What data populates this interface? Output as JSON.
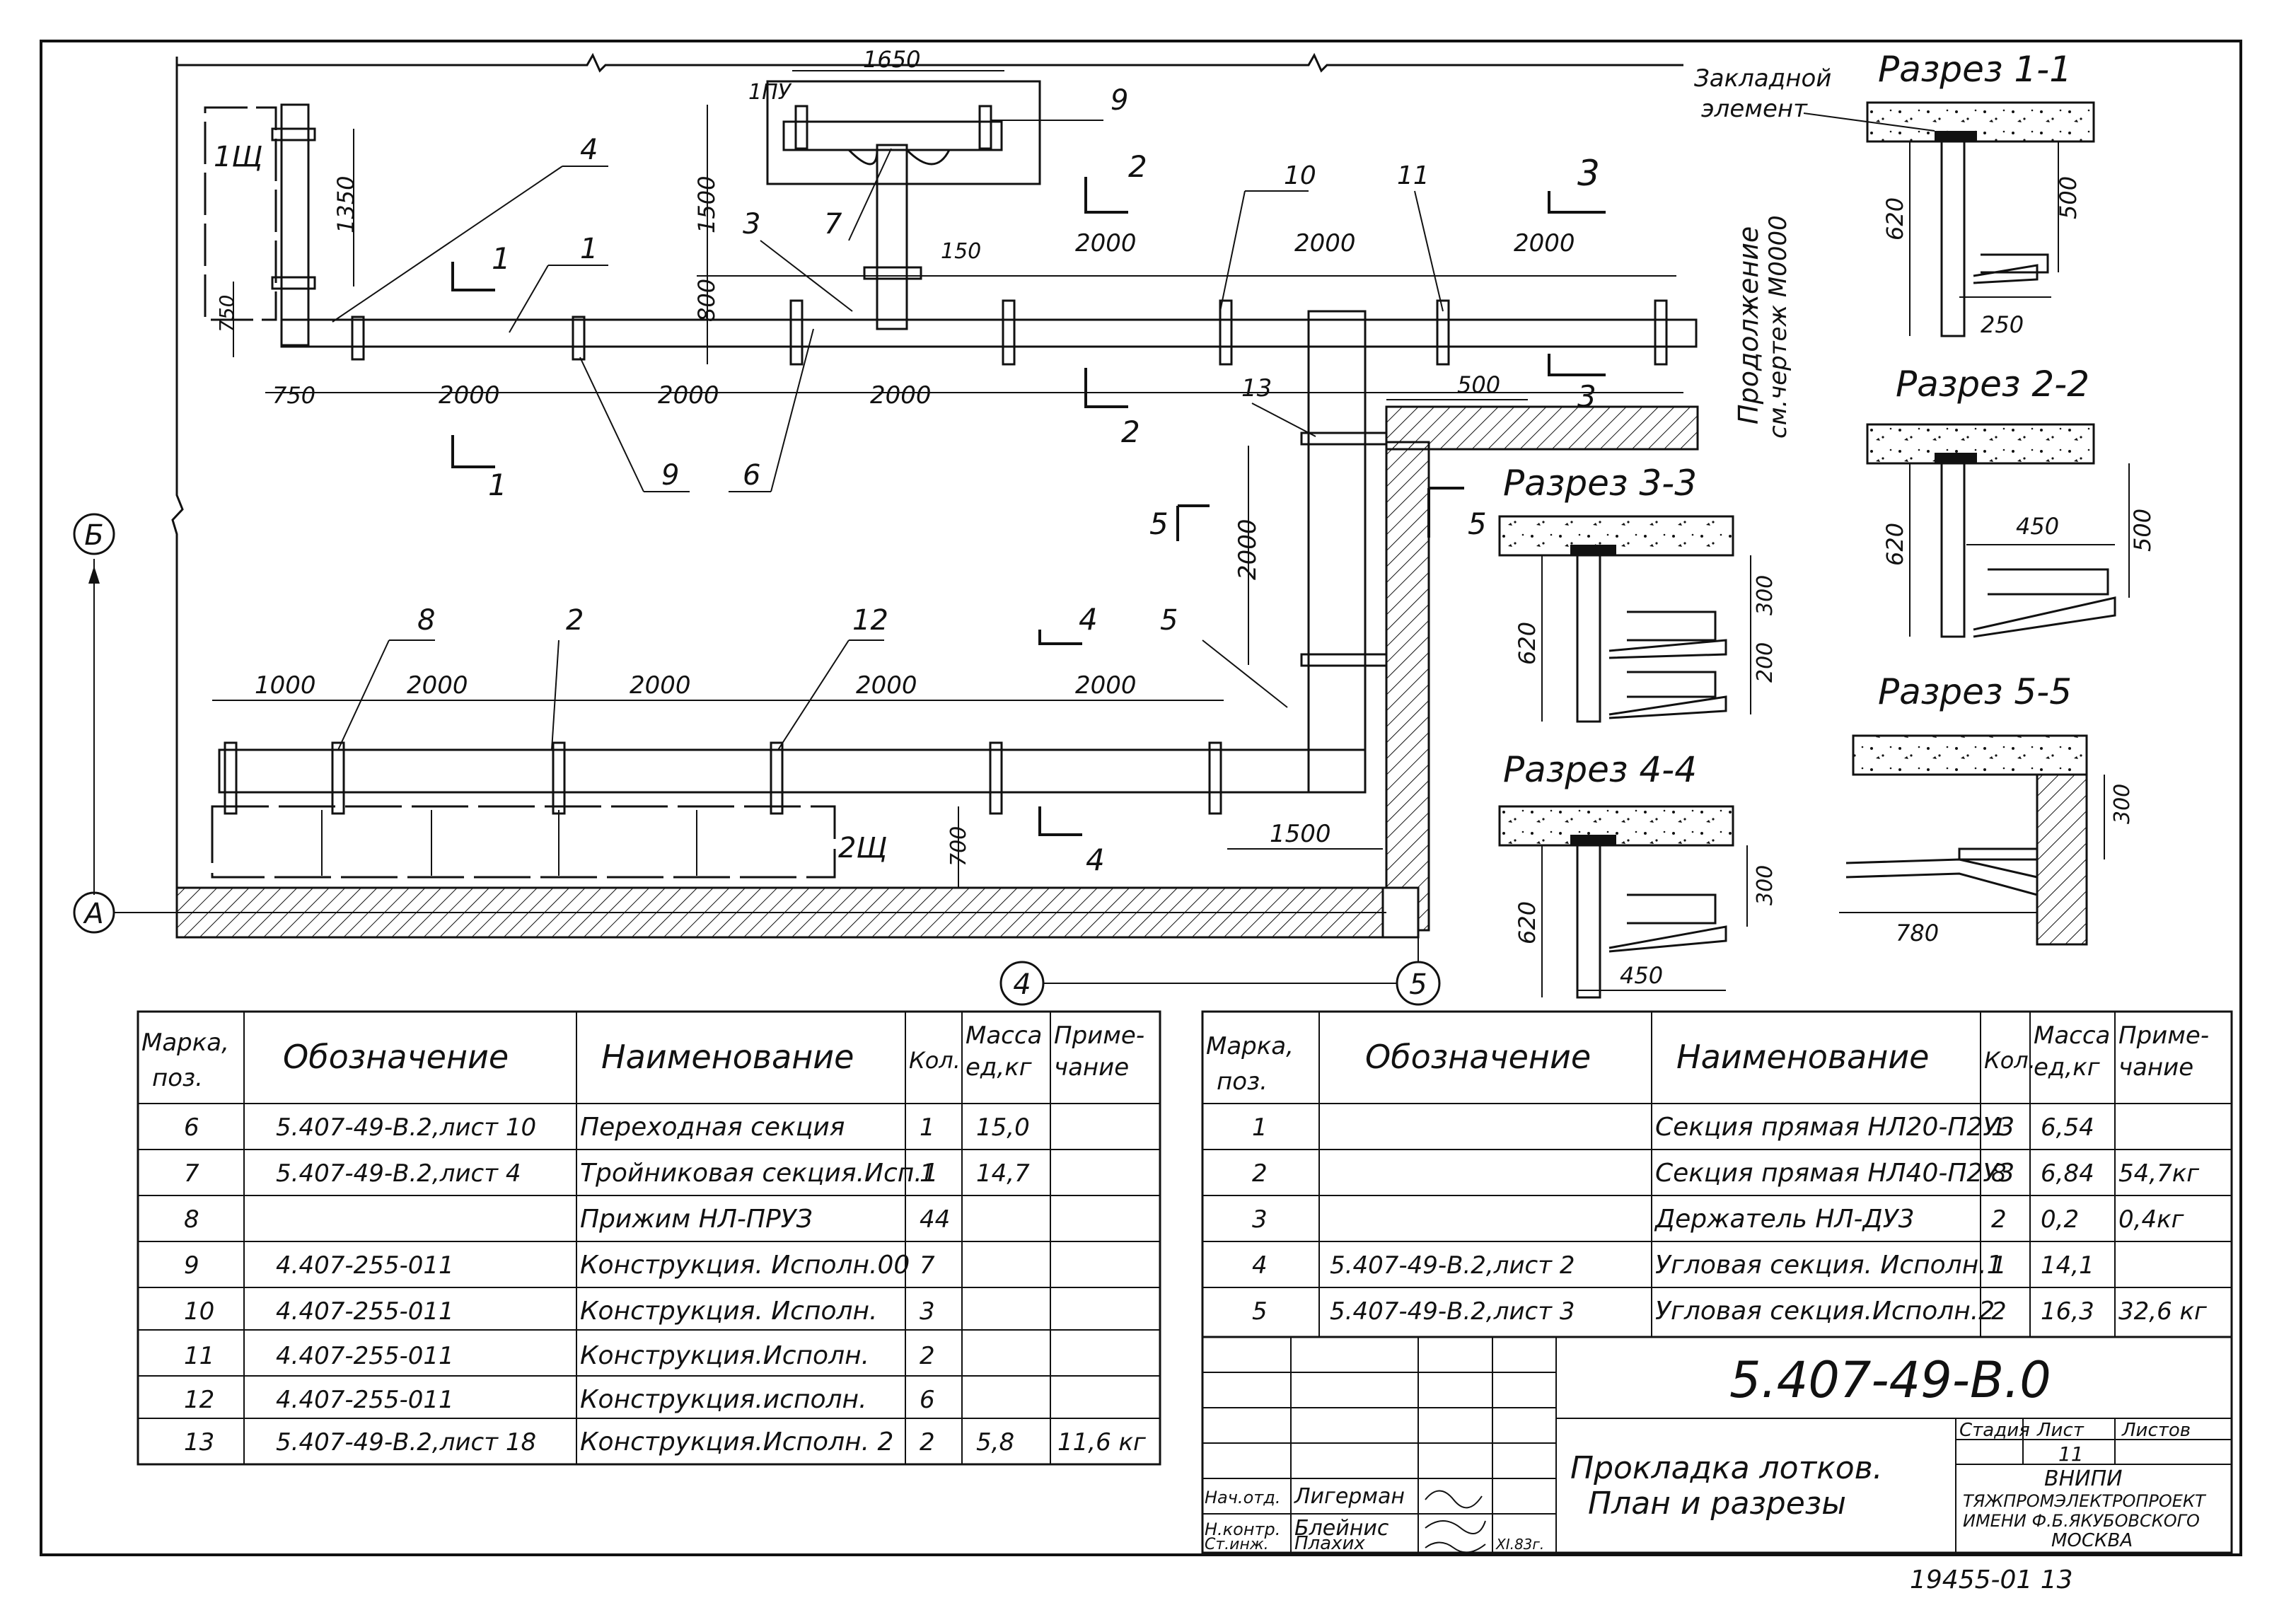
{
  "axes": {
    "b": "Б",
    "a": "А",
    "ax4": "4",
    "ax5": "5"
  },
  "panels": {
    "p1": "1Щ",
    "p2": "2Щ",
    "pu": "1ПУ"
  },
  "dims": {
    "d1650": "1650",
    "d1500": "1500",
    "d1350": "1350",
    "d800": "800",
    "d750a": "750",
    "d750b": "750",
    "d150": "150",
    "d2000_top1": "2000",
    "d2000_top2": "2000",
    "d2000_top3": "2000",
    "d2000_b1": "2000",
    "d2000_b2": "2000",
    "d2000_b3": "2000",
    "d500": "500",
    "d2000_v": "2000",
    "d1000": "1000",
    "d2000_l1": "2000",
    "d2000_l2": "2000",
    "d2000_l3": "2000",
    "d2000_l4": "2000",
    "d1500_h": "1500",
    "d700": "700"
  },
  "callouts": {
    "c1": "1",
    "c2": "2",
    "c3": "3",
    "c4": "4",
    "c5": "5",
    "c6": "6",
    "c7": "7",
    "c8": "8",
    "c9a": "9",
    "c9b": "9",
    "c10": "10",
    "c11": "11",
    "c12": "12",
    "c13": "13"
  },
  "cut_marks": {
    "s1a": "1",
    "s1b": "1",
    "s2a": "2",
    "s2b": "2",
    "s3a": "3",
    "s3b": "3",
    "s4a": "4",
    "s4b": "4",
    "s5a": "5",
    "s5b": "5"
  },
  "notes": {
    "embedded_1": "Закладной",
    "embedded_2": "элемент",
    "continuation_1": "Продолжение",
    "continuation_2": "см.чертеж М0000"
  },
  "sections": {
    "s11": {
      "title": "Разрез 1-1",
      "d620": "620",
      "d500": "500",
      "d250": "250"
    },
    "s22": {
      "title": "Разрез 2-2",
      "d620": "620",
      "d450": "450",
      "d500": "500"
    },
    "s33": {
      "title": "Разрез 3-3",
      "d620": "620",
      "d300": "300",
      "d200": "200"
    },
    "s44": {
      "title": "Разрез 4-4",
      "d620": "620",
      "d300": "300",
      "d450": "450"
    },
    "s55": {
      "title": "Разрез 5-5",
      "d300": "300",
      "d780": "780"
    }
  },
  "table_left": {
    "headers": [
      "Марка, поз.",
      "Обозначение",
      "Наименование",
      "Кол.",
      "Масса ед,кг",
      "Приме- чание"
    ],
    "rows": [
      [
        "6",
        "5.407-49-В.2,лист 10",
        "Переходная секция",
        "1",
        "15,0",
        ""
      ],
      [
        "7",
        "5.407-49-В.2,лист 4",
        "Тройниковая секция.Исп.1",
        "1",
        "14,7",
        ""
      ],
      [
        "8",
        "",
        "Прижим НЛ-ПРУЗ",
        "44",
        "",
        ""
      ],
      [
        "9",
        "4.407-255-011",
        "Конструкция. Исполн.00",
        "7",
        "",
        ""
      ],
      [
        "10",
        "4.407-255-011",
        "Конструкция. Исполн.",
        "3",
        "",
        ""
      ],
      [
        "11",
        "4.407-255-011",
        "Конструкция.Исполн.",
        "2",
        "",
        ""
      ],
      [
        "12",
        "4.407-255-011",
        "Конструкция.исполн.",
        "6",
        "",
        ""
      ],
      [
        "13",
        "5.407-49-В.2,лист 18",
        "Конструкция.Исполн. 2",
        "2",
        "5,8",
        "11,6 кг"
      ]
    ]
  },
  "table_right": {
    "headers": [
      "Марка, поз.",
      "Обозначение",
      "Наименование",
      "Кол.",
      "Масса ед,кг",
      "Приме- чание"
    ],
    "rows": [
      [
        "1",
        "",
        "Секция прямая НЛ20-П2У3",
        "1",
        "6,54",
        ""
      ],
      [
        "2",
        "",
        "Секция прямая НЛ40-П2У3",
        "8",
        "6,84",
        "54,7кг"
      ],
      [
        "3",
        "",
        "Держатель НЛ-ДУ3",
        "2",
        "0,2",
        "0,4кг"
      ],
      [
        "4",
        "5.407-49-В.2,лист 2",
        "Угловая секция. Исполн.1",
        "1",
        "14,1",
        ""
      ],
      [
        "5",
        "5.407-49-В.2,лист 3",
        "Угловая секция.Исполн.2",
        "2",
        "16,3",
        "32,6 кг"
      ]
    ]
  },
  "title_block": {
    "code": "5.407-49-В.0",
    "title_1": "Прокладка лотков.",
    "title_2": "План и разрезы",
    "stage_h": "Стадия",
    "sheet_h": "Лист",
    "sheets_h": "Листов",
    "sheet": "11",
    "org_1": "ВНИПИ",
    "org_2": "ТЯЖПРОМЭЛЕКТРОПРОЕКТ",
    "org_3": "ИМЕНИ Ф.Б.ЯКУБОВСКОГО",
    "org_4": "МОСКВА",
    "sig": [
      {
        "role": "Нач.отд.",
        "name": "Лигерман"
      },
      {
        "role": "Н.контр.",
        "name": "Блейнис"
      },
      {
        "role": "Ст.инж.",
        "name": "Плахих"
      }
    ],
    "date": "XI.83г."
  },
  "stamp_bottom": "19455-01 13"
}
